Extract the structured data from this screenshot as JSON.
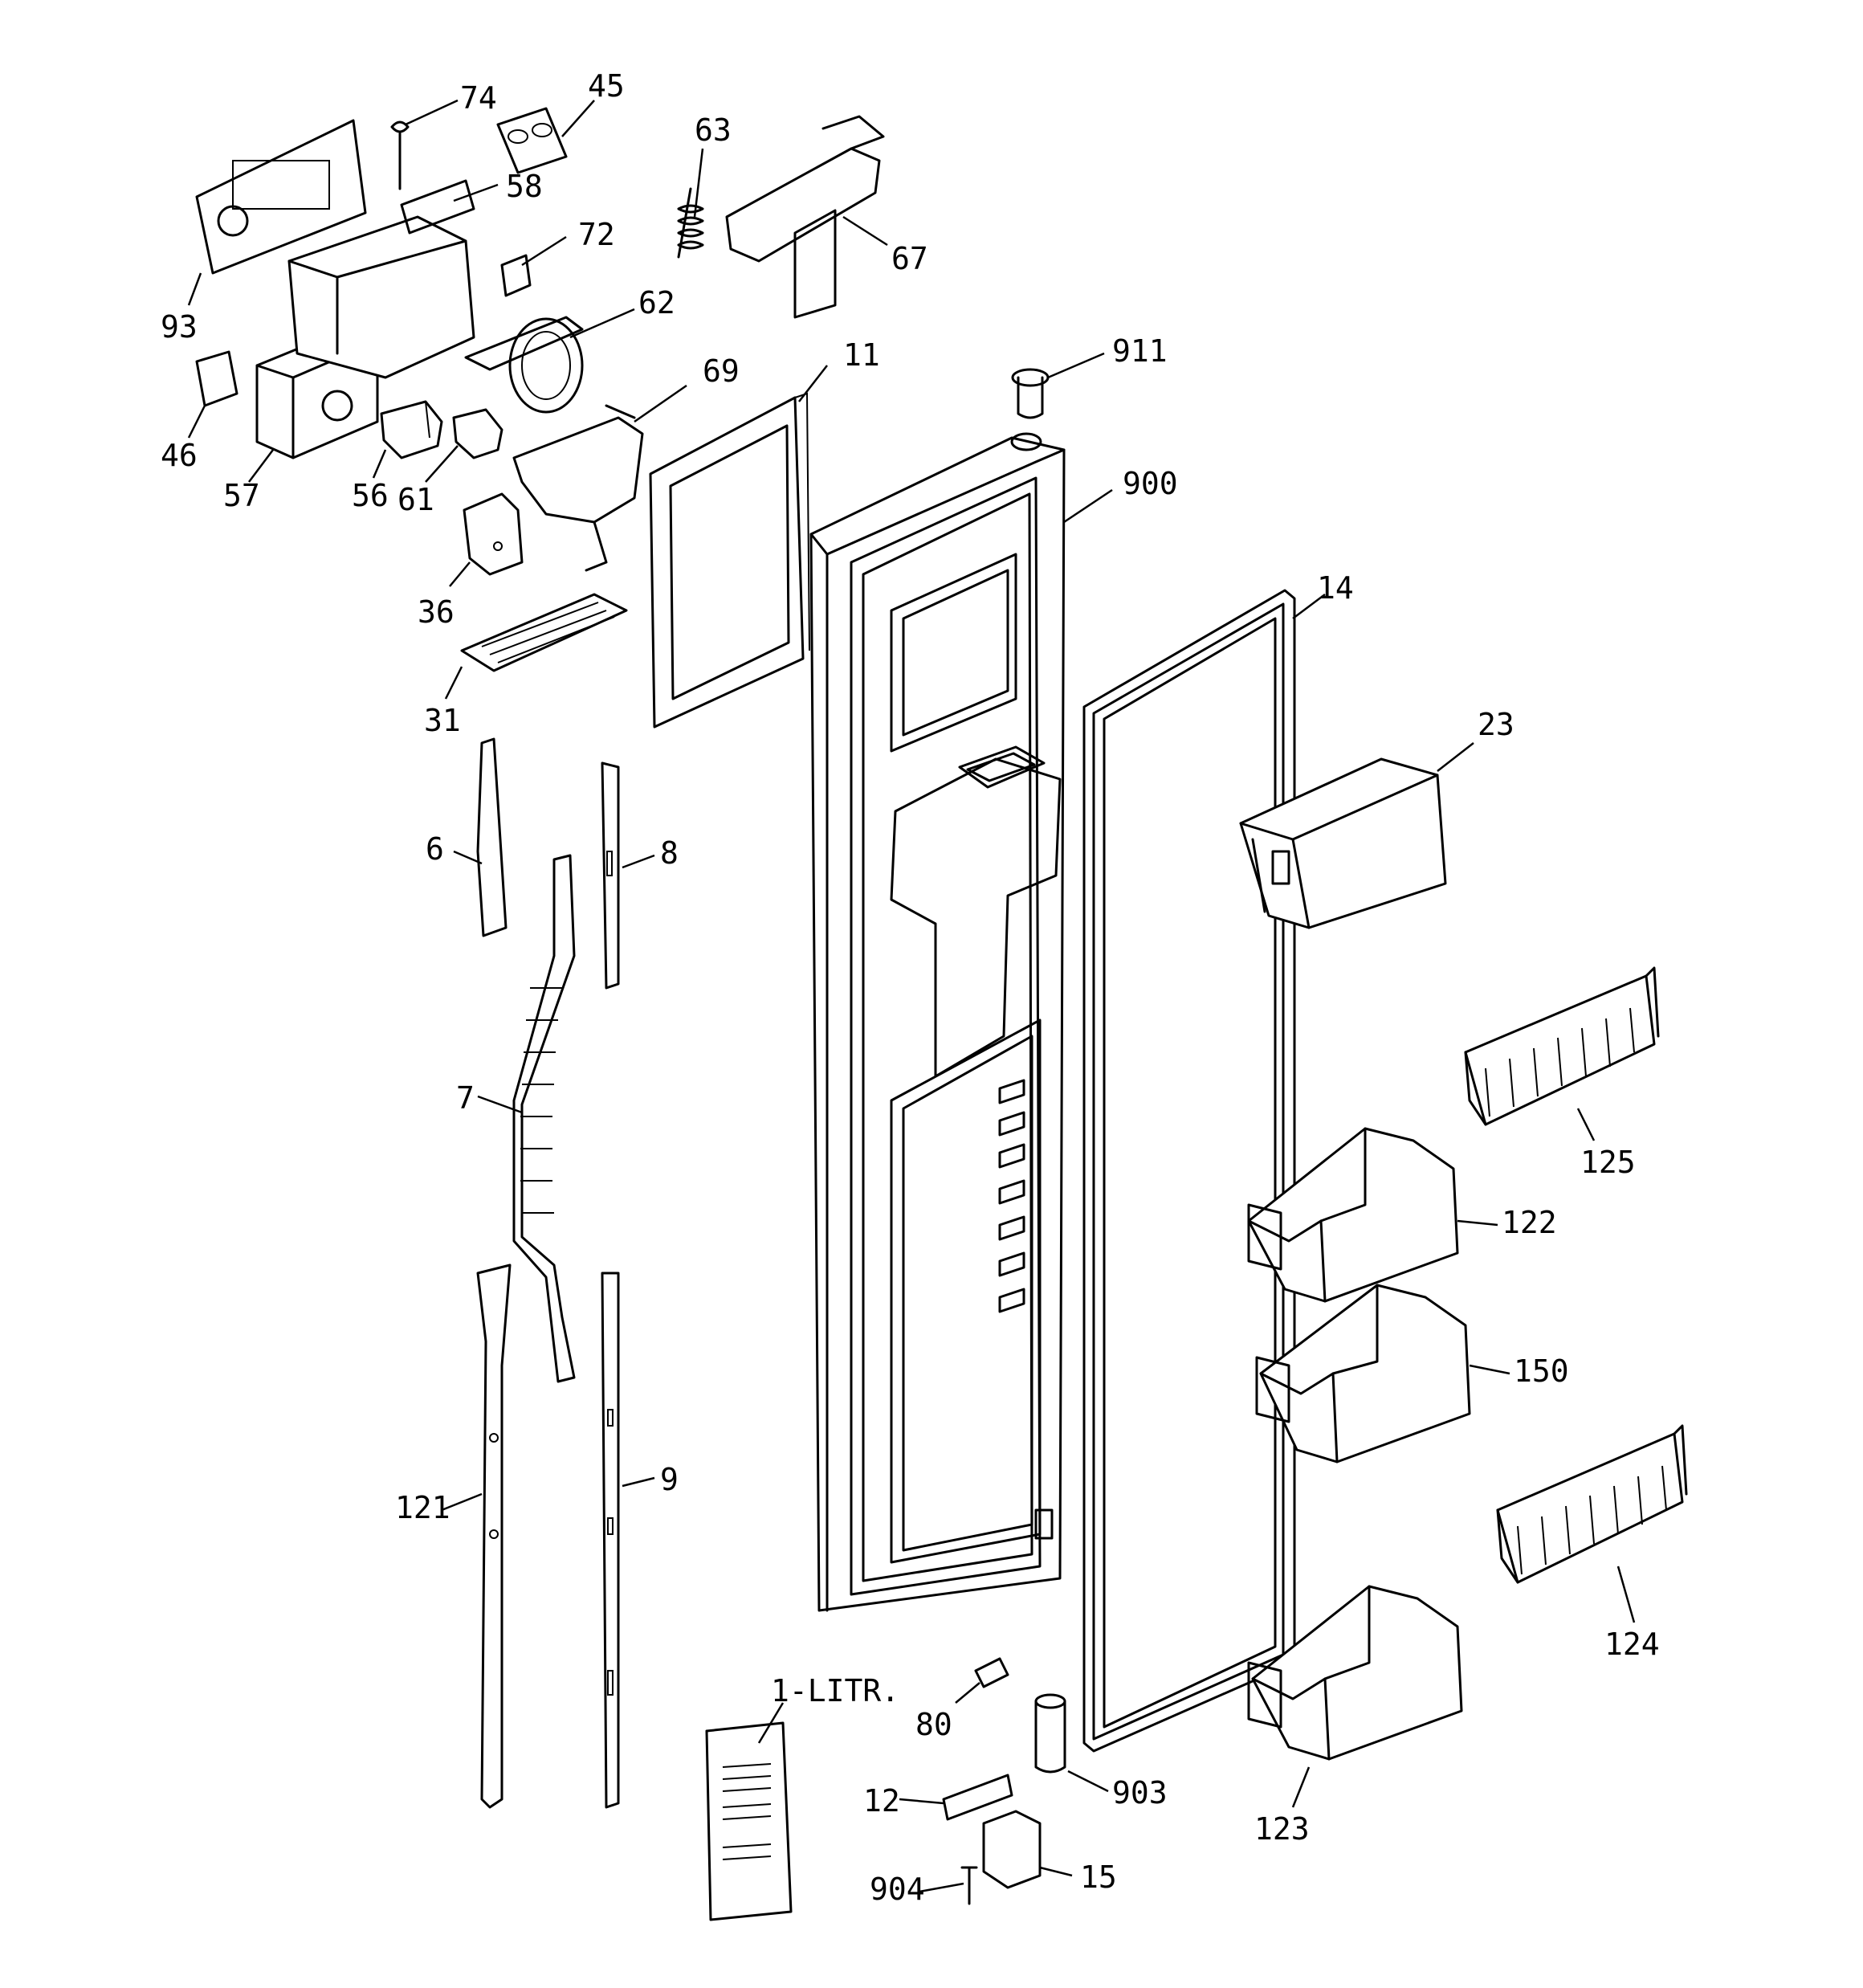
{
  "callouts": [
    {
      "key": "c74",
      "text": "74"
    },
    {
      "key": "c45",
      "text": "45"
    },
    {
      "key": "c63",
      "text": "63"
    },
    {
      "key": "c58",
      "text": "58"
    },
    {
      "key": "c72",
      "text": "72"
    },
    {
      "key": "c67",
      "text": "67"
    },
    {
      "key": "c62",
      "text": "62"
    },
    {
      "key": "c93",
      "text": "93"
    },
    {
      "key": "c911",
      "text": "911"
    },
    {
      "key": "c11",
      "text": "11"
    },
    {
      "key": "c69",
      "text": "69"
    },
    {
      "key": "c46",
      "text": "46"
    },
    {
      "key": "c57",
      "text": "57"
    },
    {
      "key": "c56",
      "text": "56"
    },
    {
      "key": "c61",
      "text": "61"
    },
    {
      "key": "c900",
      "text": "900"
    },
    {
      "key": "c36",
      "text": "36"
    },
    {
      "key": "c14",
      "text": "14"
    },
    {
      "key": "c31",
      "text": "31"
    },
    {
      "key": "c23",
      "text": "23"
    },
    {
      "key": "c6",
      "text": "6"
    },
    {
      "key": "c8",
      "text": "8"
    },
    {
      "key": "c7",
      "text": "7"
    },
    {
      "key": "c125",
      "text": "125"
    },
    {
      "key": "c122",
      "text": "122"
    },
    {
      "key": "c150",
      "text": "150"
    },
    {
      "key": "c9",
      "text": "9"
    },
    {
      "key": "c121",
      "text": "121"
    },
    {
      "key": "c124",
      "text": "124"
    },
    {
      "key": "c1litr",
      "text": "1-LITR."
    },
    {
      "key": "c80",
      "text": "80"
    },
    {
      "key": "c12",
      "text": "12"
    },
    {
      "key": "c903",
      "text": "903"
    },
    {
      "key": "c123",
      "text": "123"
    },
    {
      "key": "c15",
      "text": "15"
    },
    {
      "key": "c904",
      "text": "904"
    }
  ]
}
